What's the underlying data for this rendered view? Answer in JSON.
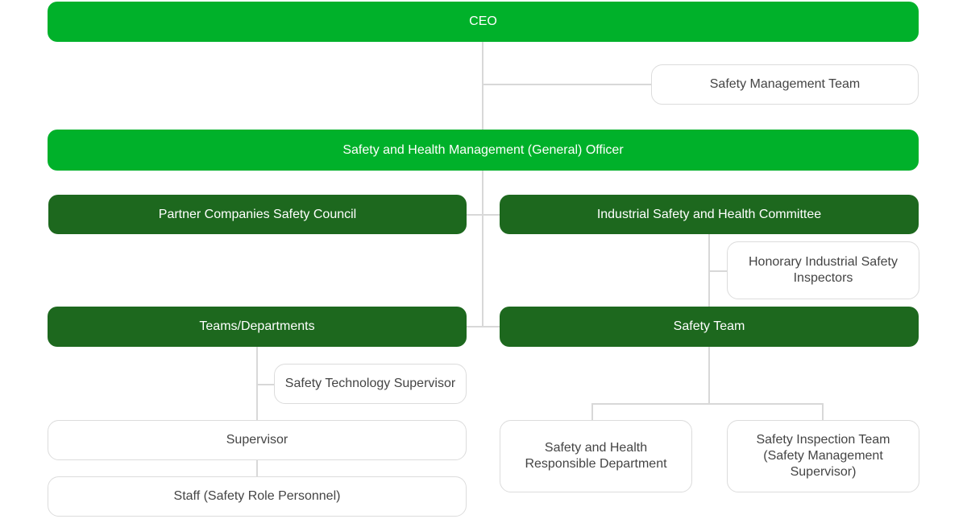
{
  "org_chart": {
    "ceo": "CEO",
    "safety_management_team": "Safety Management Team",
    "general_officer": "Safety and Health Management (General) Officer",
    "partner_council": "Partner Companies Safety Council",
    "committee": "Industrial Safety and Health Committee",
    "honorary_inspectors": "Honorary Industrial Safety Inspectors",
    "teams_departments": "Teams/Departments",
    "safety_team": "Safety Team",
    "tech_supervisor": "Safety Technology Supervisor",
    "supervisor": "Supervisor",
    "staff": "Staff (Safety Role Personnel)",
    "responsible_dept": "Safety and Health Responsible Department",
    "inspection_team": "Safety Inspection Team (Safety Management Supervisor)"
  },
  "colors": {
    "top_level": "#00b12a",
    "second_level": "#1d681e",
    "connector": "#d8d8d8"
  }
}
